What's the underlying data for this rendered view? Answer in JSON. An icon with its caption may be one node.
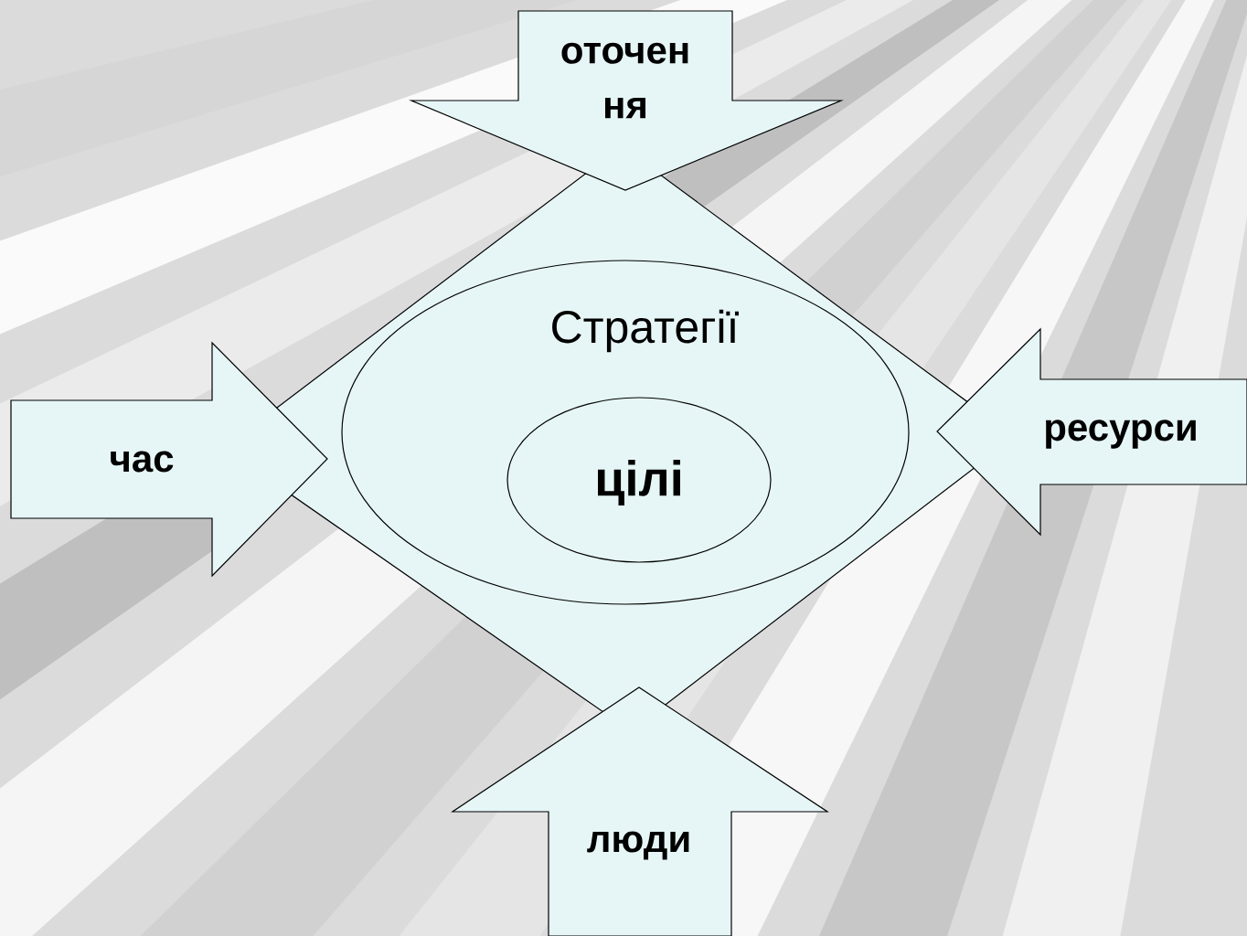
{
  "diagram": {
    "nodes": [
      {
        "text": [],
        "shape": "diamond"
      },
      {
        "text": [
          "Стратегії"
        ],
        "in": 0
      },
      {
        "text": [
          "цілі"
        ],
        "in": 1
      },
      {
        "text": [
          "оточен ня"
        ]
      },
      {
        "text": [
          "час"
        ]
      },
      {
        "text": [
          "ресурси"
        ]
      },
      {
        "text": [
          "люди"
        ]
      }
    ]
  }
}
